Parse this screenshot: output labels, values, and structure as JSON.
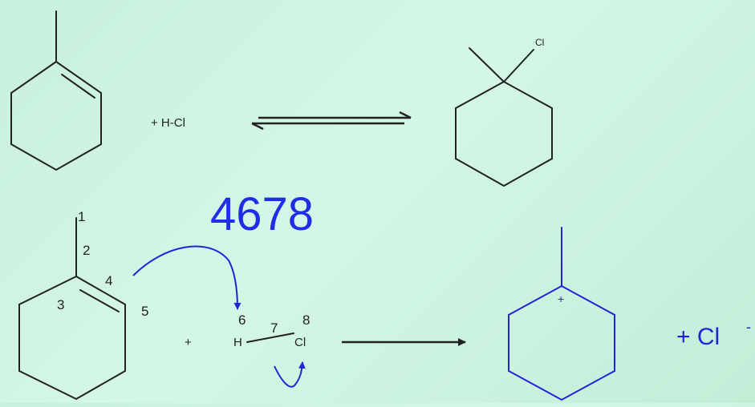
{
  "reaction_top": {
    "reagent_text": "+ H-Cl",
    "product_substituent": "Cl"
  },
  "annotation": {
    "number": "4678",
    "color": "#1f2ee6"
  },
  "reaction_bottom": {
    "atom_numbers": [
      "1",
      "2",
      "3",
      "4",
      "5",
      "6",
      "7",
      "8"
    ],
    "plus_sign": "+",
    "hcl_h": "H",
    "hcl_cl": "Cl",
    "carbocation_charge": "+",
    "byproduct": "+ Cl",
    "byproduct_charge": "-"
  },
  "colors": {
    "background": "#c8f0dc",
    "ink": "#222222",
    "electron_arrows": "#2323d8"
  }
}
